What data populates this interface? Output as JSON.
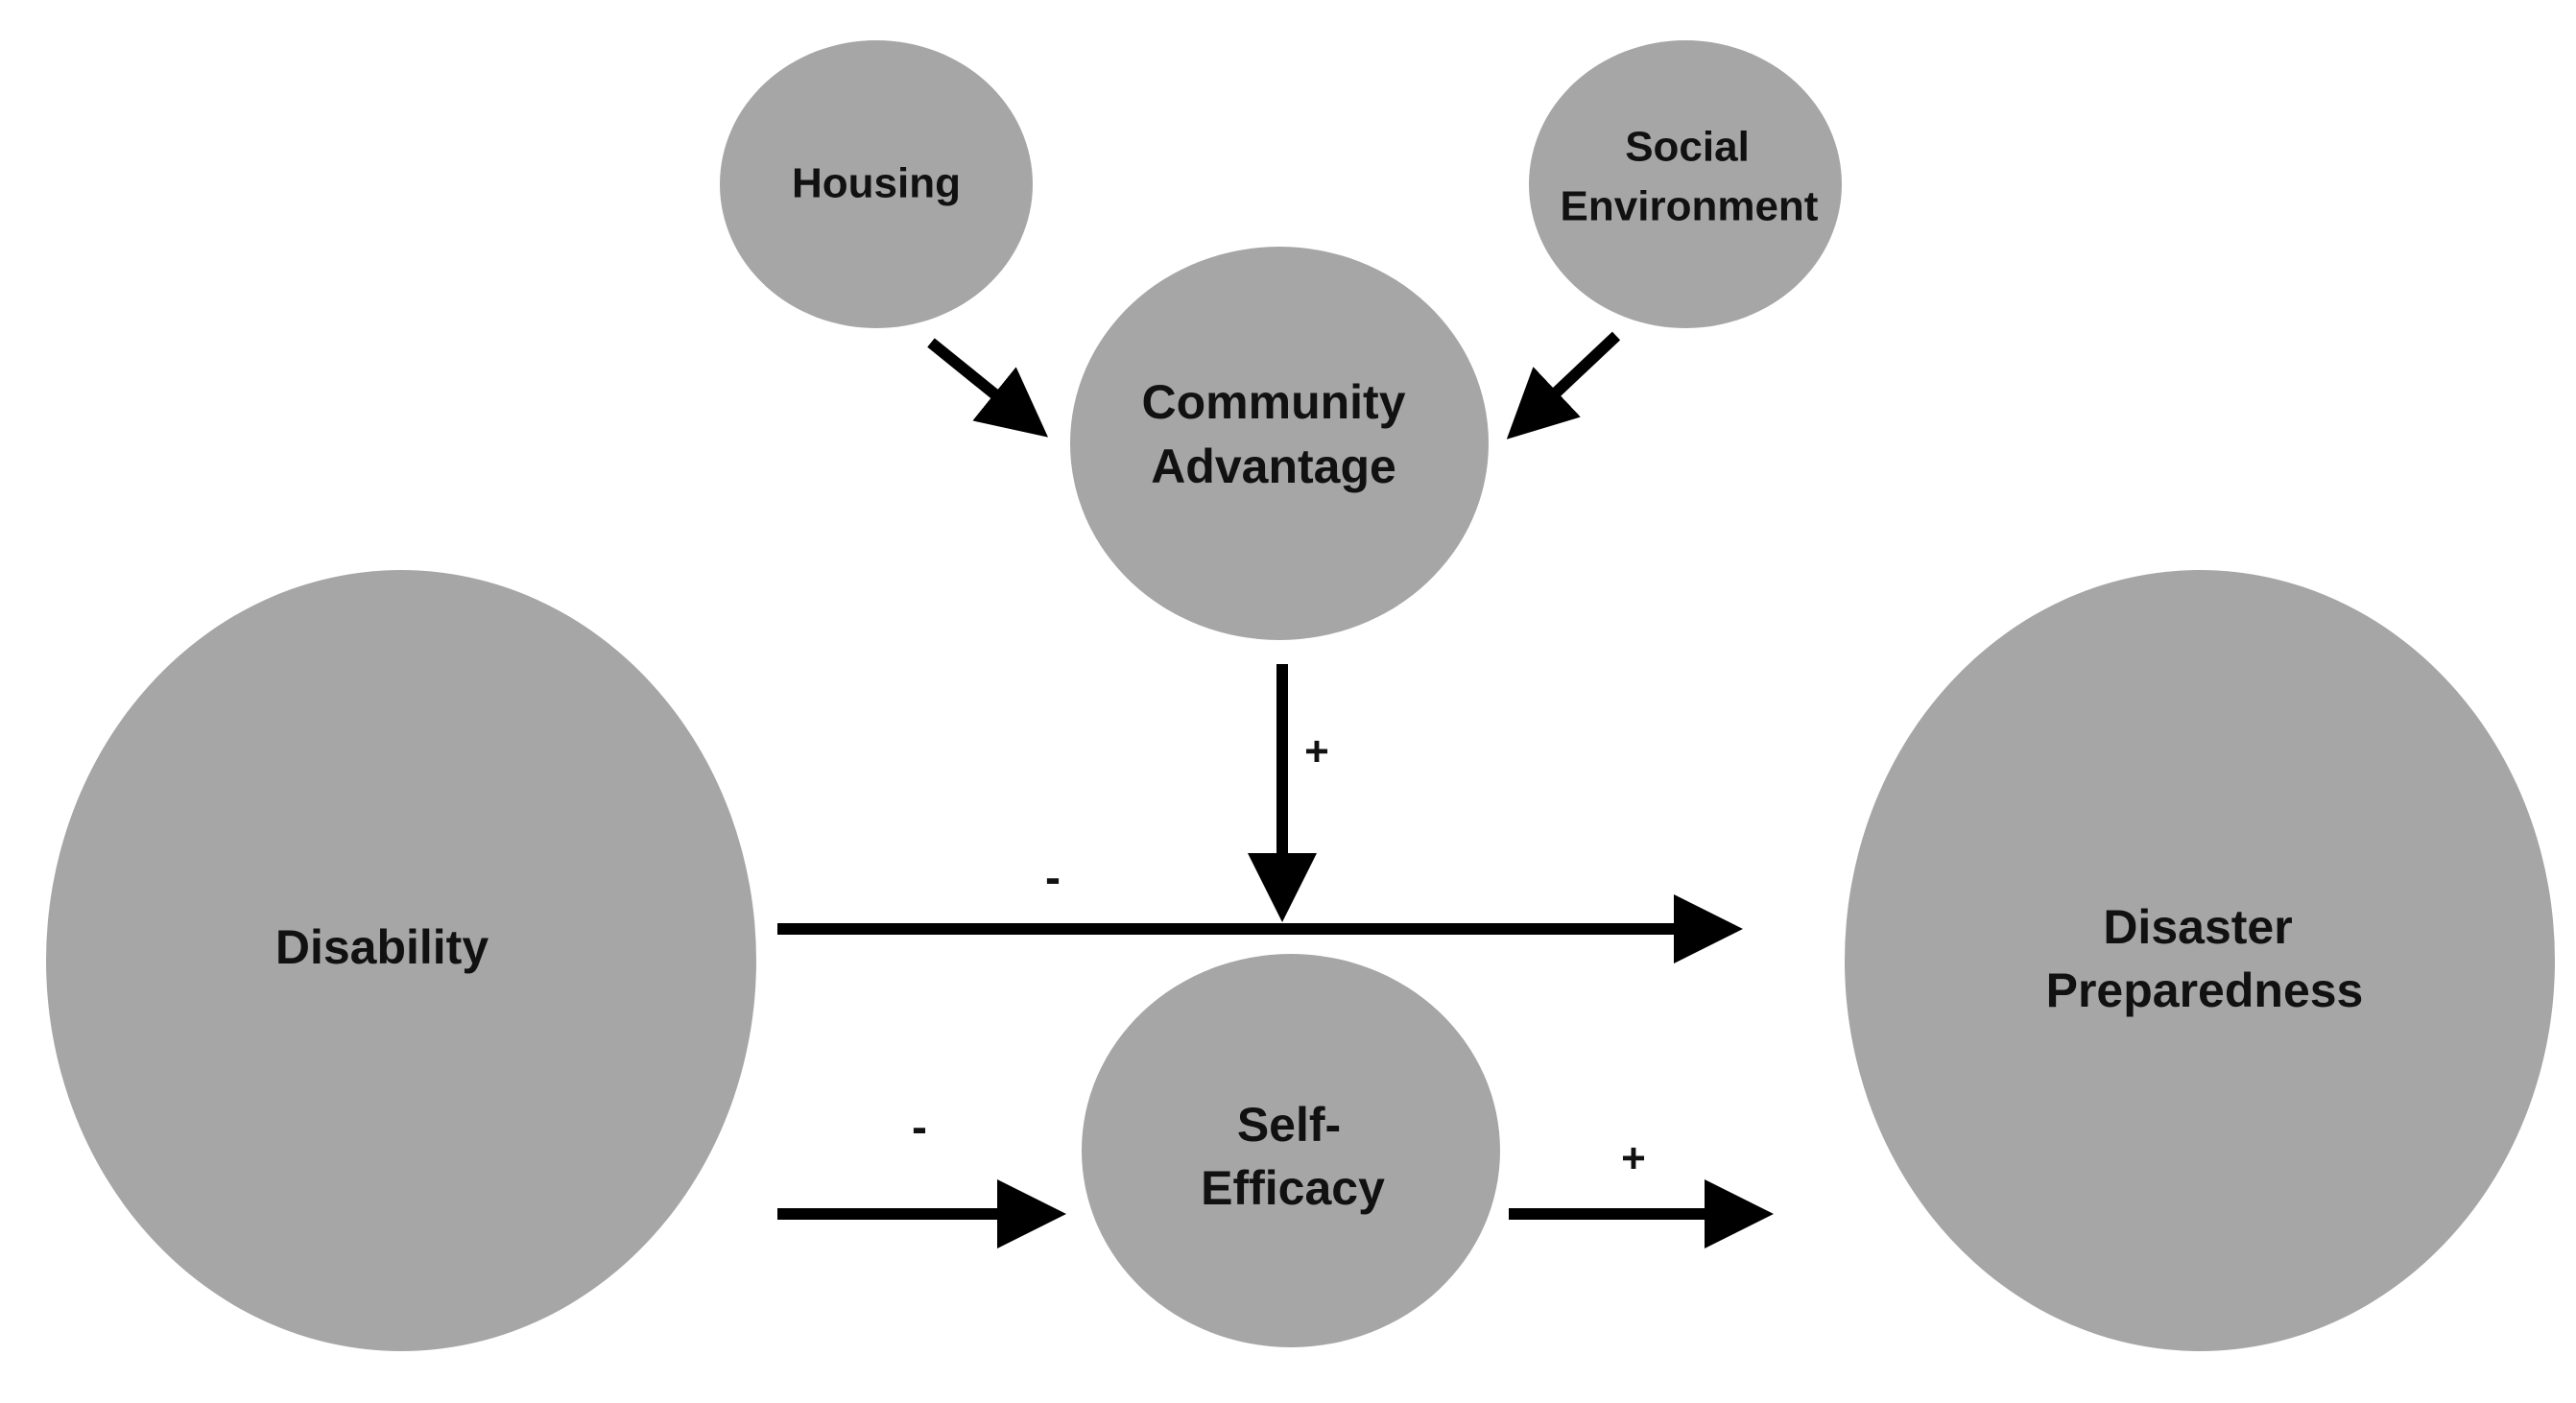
{
  "diagram": {
    "colors": {
      "node_fill": "#a6a6a6",
      "arrow": "#000000",
      "text": "#111111"
    },
    "nodes": {
      "housing": {
        "label": "Housing"
      },
      "social_environment": {
        "line1": "Social",
        "line2": "Environment"
      },
      "community_advantage": {
        "line1": "Community",
        "line2": "Advantage"
      },
      "disability": {
        "label": "Disability"
      },
      "self_efficacy": {
        "line1": "Self-",
        "line2": "Efficacy"
      },
      "disaster_preparedness": {
        "line1": "Disaster",
        "line2": "Preparedness"
      }
    },
    "edges": {
      "community_to_path": {
        "sign": "+"
      },
      "disability_to_preparedness": {
        "sign": "-"
      },
      "disability_to_self_efficacy": {
        "sign": "-"
      },
      "self_efficacy_to_preparedness": {
        "sign": "+"
      }
    }
  }
}
